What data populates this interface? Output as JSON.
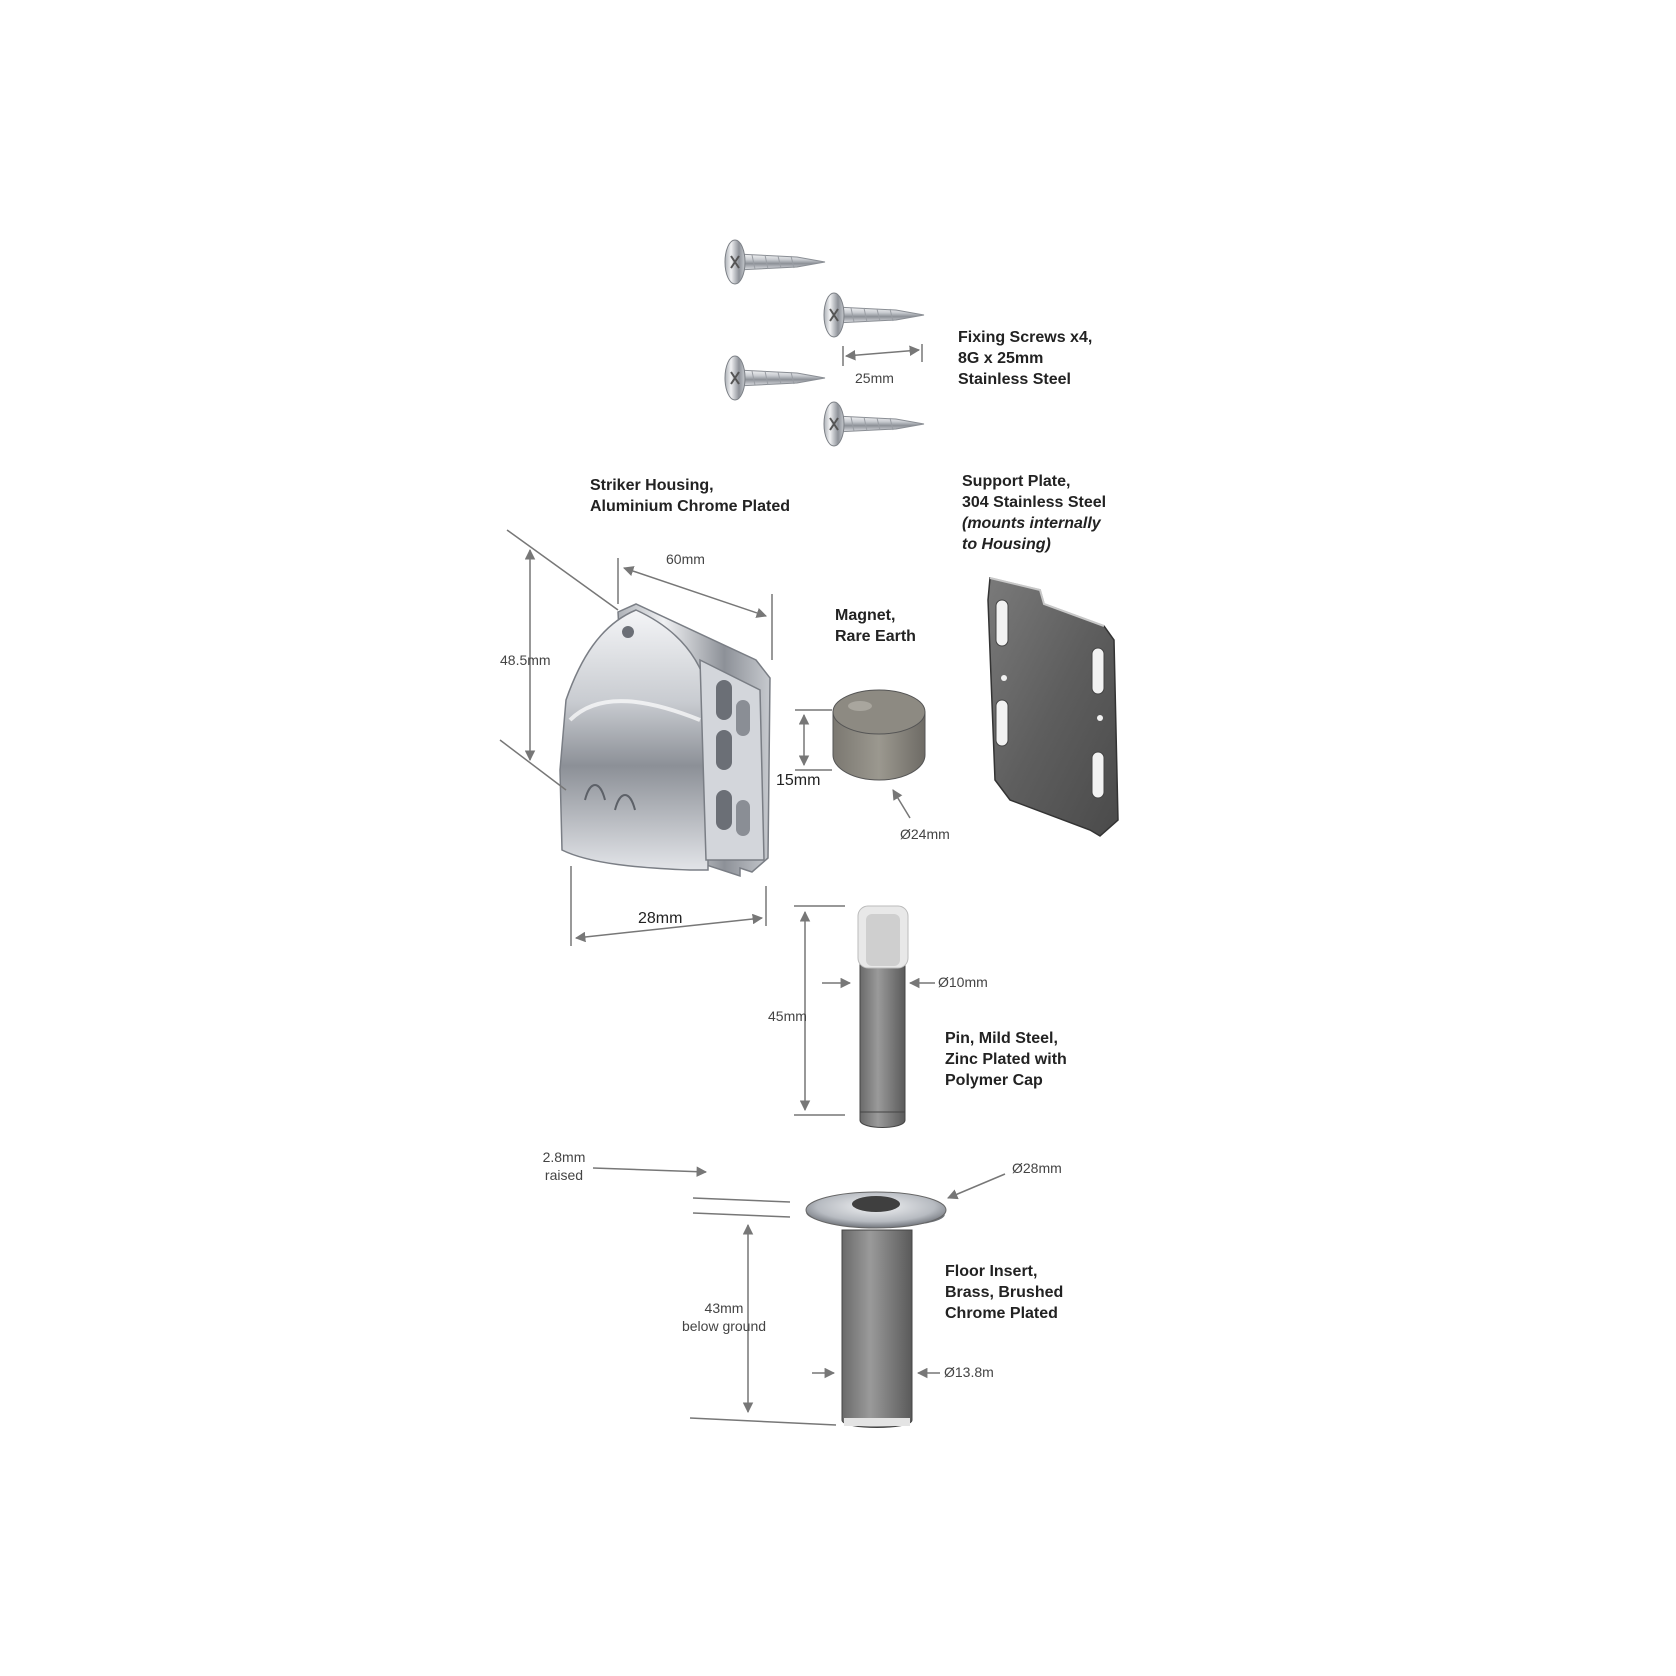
{
  "labels": {
    "screws": [
      "Fixing Screws x4,",
      "8G x 25mm",
      "Stainless Steel"
    ],
    "housing": [
      "Striker Housing,",
      "Aluminium Chrome Plated"
    ],
    "plate": [
      "Support Plate,",
      "304 Stainless Steel",
      "(mounts internally",
      "to Housing)"
    ],
    "magnet": [
      "Magnet,",
      "Rare Earth"
    ],
    "pin": [
      "Pin, Mild Steel,",
      "Zinc Plated with",
      "Polymer Cap"
    ],
    "insert": [
      "Floor Insert,",
      "Brass, Brushed",
      "Chrome Plated"
    ]
  },
  "dimensions": {
    "screw_length": "25mm",
    "housing_width": "60mm",
    "housing_height": "48.5mm",
    "housing_depth": "28mm",
    "magnet_height": "15mm",
    "magnet_diameter": "Ø24mm",
    "pin_diameter": "Ø10mm",
    "pin_length": "45mm",
    "insert_raised": [
      "2.8mm",
      "raised"
    ],
    "insert_flange_diameter": "Ø28mm",
    "insert_below": [
      "43mm",
      "below ground"
    ],
    "insert_diameter": "Ø13.8m"
  },
  "colors": {
    "dimension_line": "#777777",
    "label_text": "#222222",
    "chrome_light": "#e6e8ec",
    "chrome_dark": "#6b6f76",
    "steel_dark": "#5f5f5f"
  }
}
